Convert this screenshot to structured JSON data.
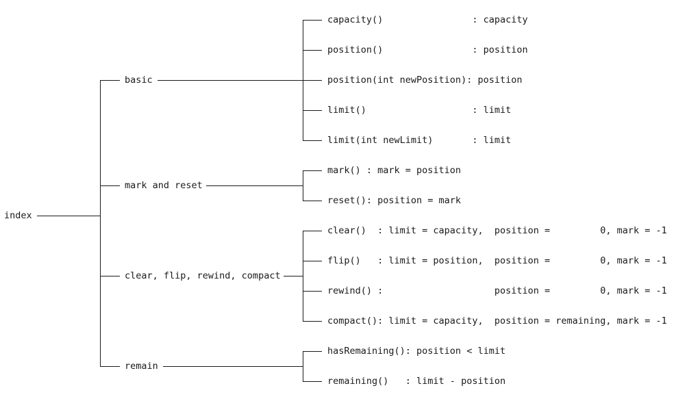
{
  "root": "index",
  "groups": [
    {
      "label": "basic",
      "items": [
        "capacity()                : capacity",
        "position()                : position",
        "position(int newPosition): position",
        "limit()                   : limit",
        "limit(int newLimit)       : limit"
      ]
    },
    {
      "label": "mark and reset",
      "items": [
        "mark() : mark = position",
        "reset(): position = mark"
      ]
    },
    {
      "label": "clear, flip, rewind, compact",
      "items": [
        "clear()  : limit = capacity,  position =         0, mark = -1",
        "flip()   : limit = position,  position =         0, mark = -1",
        "rewind() :                    position =         0, mark = -1",
        "compact(): limit = capacity,  position = remaining, mark = -1"
      ]
    },
    {
      "label": "remain",
      "items": [
        "hasRemaining(): position < limit",
        "remaining()   : limit - position"
      ]
    }
  ]
}
